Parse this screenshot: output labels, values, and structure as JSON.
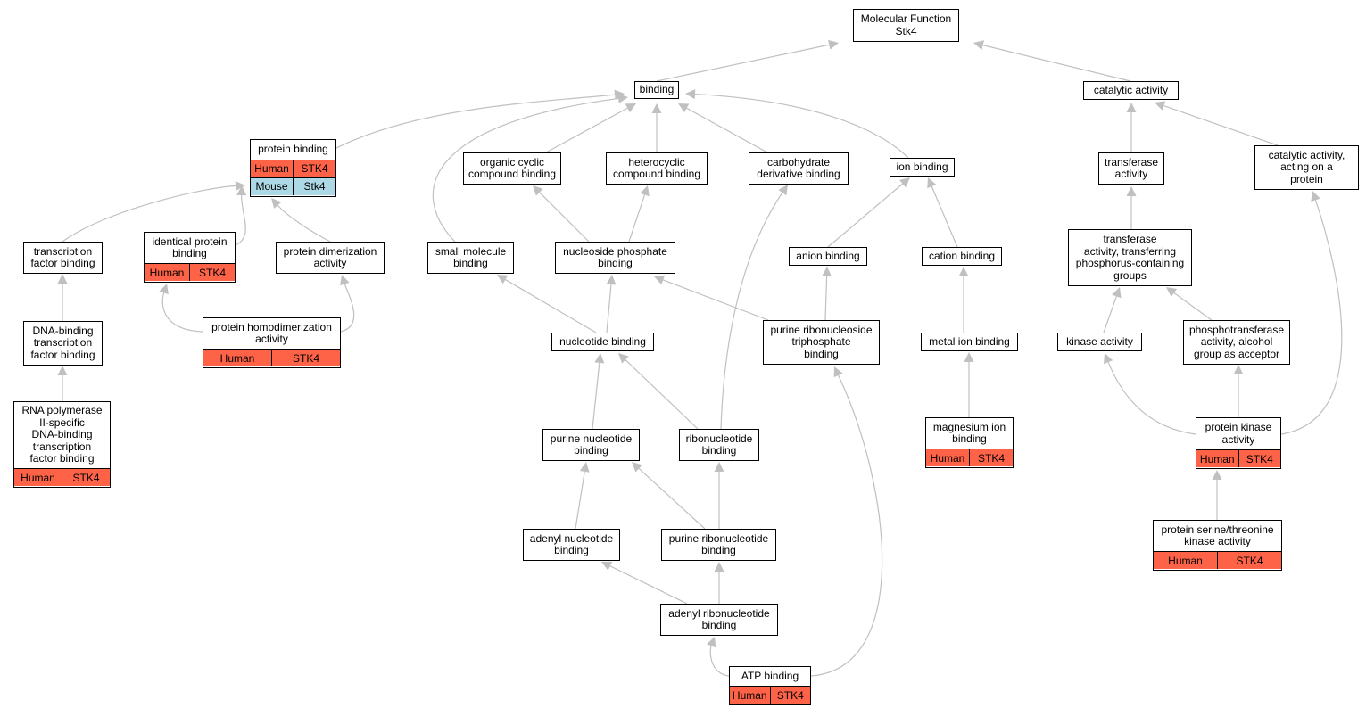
{
  "colors": {
    "edge": "#c0c0c0",
    "human": "#ff6347",
    "mouse": "#add8e6"
  },
  "nodes": {
    "mf": {
      "label": "Molecular Function\nStk4",
      "annotations": []
    },
    "binding": {
      "label": "binding",
      "annotations": []
    },
    "catalytic": {
      "label": "catalytic activity",
      "annotations": []
    },
    "protein_binding": {
      "label": "protein binding",
      "annotations": [
        {
          "species": "Human",
          "gene": "STK4",
          "color": "#ff6347"
        },
        {
          "species": "Mouse",
          "gene": "Stk4",
          "color": "#add8e6"
        }
      ]
    },
    "organic_cyclic": {
      "label": "organic cyclic\ncompound binding",
      "annotations": []
    },
    "heterocyclic": {
      "label": "heterocyclic\ncompound binding",
      "annotations": []
    },
    "carbohydrate": {
      "label": "carbohydrate\nderivative binding",
      "annotations": []
    },
    "ion_binding": {
      "label": "ion binding",
      "annotations": []
    },
    "transferase": {
      "label": "transferase\nactivity",
      "annotations": []
    },
    "cat_protein": {
      "label": "catalytic activity,\nacting on a\nprotein",
      "annotations": []
    },
    "tf_binding": {
      "label": "transcription\nfactor binding",
      "annotations": []
    },
    "identical": {
      "label": "identical protein\nbinding",
      "annotations": [
        {
          "species": "Human",
          "gene": "STK4",
          "color": "#ff6347"
        }
      ]
    },
    "dimerization": {
      "label": "protein dimerization\nactivity",
      "annotations": []
    },
    "small_molecule": {
      "label": "small molecule\nbinding",
      "annotations": []
    },
    "nucleoside_phosphate": {
      "label": "nucleoside phosphate\nbinding",
      "annotations": []
    },
    "anion": {
      "label": "anion binding",
      "annotations": []
    },
    "cation": {
      "label": "cation binding",
      "annotations": []
    },
    "transferase_p": {
      "label": "transferase\nactivity, transferring\nphosphorus-containing\ngroups",
      "annotations": []
    },
    "dna_tf": {
      "label": "DNA-binding\ntranscription\nfactor binding",
      "annotations": []
    },
    "homodimerization": {
      "label": "protein homodimerization\nactivity",
      "annotations": [
        {
          "species": "Human",
          "gene": "STK4",
          "color": "#ff6347"
        }
      ]
    },
    "nucleotide": {
      "label": "nucleotide binding",
      "annotations": []
    },
    "purine_rntp": {
      "label": "purine ribonucleoside\ntriphosphate\nbinding",
      "annotations": []
    },
    "metal_ion": {
      "label": "metal ion binding",
      "annotations": []
    },
    "kinase": {
      "label": "kinase activity",
      "annotations": []
    },
    "phosphotransferase": {
      "label": "phosphotransferase\nactivity, alcohol\ngroup as acceptor",
      "annotations": []
    },
    "rnapii": {
      "label": "RNA polymerase\nII-specific\nDNA-binding\ntranscription\nfactor binding",
      "annotations": [
        {
          "species": "Human",
          "gene": "STK4",
          "color": "#ff6347"
        }
      ]
    },
    "purine_nt": {
      "label": "purine nucleotide\nbinding",
      "annotations": []
    },
    "ribonucleotide": {
      "label": "ribonucleotide\nbinding",
      "annotations": []
    },
    "magnesium": {
      "label": "magnesium ion\nbinding",
      "annotations": [
        {
          "species": "Human",
          "gene": "STK4",
          "color": "#ff6347"
        }
      ]
    },
    "protein_kinase": {
      "label": "protein kinase\nactivity",
      "annotations": [
        {
          "species": "Human",
          "gene": "STK4",
          "color": "#ff6347"
        }
      ]
    },
    "adenyl_nt": {
      "label": "adenyl nucleotide\nbinding",
      "annotations": []
    },
    "purine_rnt": {
      "label": "purine ribonucleotide\nbinding",
      "annotations": []
    },
    "ser_thr": {
      "label": "protein serine/threonine\nkinase activity",
      "annotations": [
        {
          "species": "Human",
          "gene": "STK4",
          "color": "#ff6347"
        }
      ]
    },
    "adenyl_rnt": {
      "label": "adenyl ribonucleotide\nbinding",
      "annotations": []
    },
    "atp": {
      "label": "ATP binding",
      "annotations": [
        {
          "species": "Human",
          "gene": "STK4",
          "color": "#ff6347"
        }
      ]
    }
  },
  "edges": [
    {
      "from": "binding",
      "to": "mf"
    },
    {
      "from": "catalytic",
      "to": "mf"
    },
    {
      "from": "protein_binding",
      "to": "binding"
    },
    {
      "from": "organic_cyclic",
      "to": "binding"
    },
    {
      "from": "heterocyclic",
      "to": "binding"
    },
    {
      "from": "carbohydrate",
      "to": "binding"
    },
    {
      "from": "ion_binding",
      "to": "binding"
    },
    {
      "from": "small_molecule",
      "to": "binding"
    },
    {
      "from": "transferase",
      "to": "catalytic"
    },
    {
      "from": "cat_protein",
      "to": "catalytic"
    },
    {
      "from": "tf_binding",
      "to": "protein_binding"
    },
    {
      "from": "identical",
      "to": "protein_binding"
    },
    {
      "from": "dimerization",
      "to": "protein_binding"
    },
    {
      "from": "nucleoside_phosphate",
      "to": "organic_cyclic"
    },
    {
      "from": "nucleoside_phosphate",
      "to": "heterocyclic"
    },
    {
      "from": "anion",
      "to": "ion_binding"
    },
    {
      "from": "cation",
      "to": "ion_binding"
    },
    {
      "from": "transferase_p",
      "to": "transferase"
    },
    {
      "from": "dna_tf",
      "to": "tf_binding"
    },
    {
      "from": "homodimerization",
      "to": "identical"
    },
    {
      "from": "homodimerization",
      "to": "dimerization"
    },
    {
      "from": "nucleotide",
      "to": "small_molecule"
    },
    {
      "from": "nucleotide",
      "to": "nucleoside_phosphate"
    },
    {
      "from": "purine_rntp",
      "to": "nucleoside_phosphate"
    },
    {
      "from": "purine_rntp",
      "to": "anion"
    },
    {
      "from": "metal_ion",
      "to": "cation"
    },
    {
      "from": "kinase",
      "to": "transferase_p"
    },
    {
      "from": "phosphotransferase",
      "to": "transferase_p"
    },
    {
      "from": "rnapii",
      "to": "dna_tf"
    },
    {
      "from": "purine_nt",
      "to": "nucleotide"
    },
    {
      "from": "ribonucleotide",
      "to": "nucleotide"
    },
    {
      "from": "ribonucleotide",
      "to": "carbohydrate"
    },
    {
      "from": "magnesium",
      "to": "metal_ion"
    },
    {
      "from": "protein_kinase",
      "to": "kinase"
    },
    {
      "from": "protein_kinase",
      "to": "phosphotransferase"
    },
    {
      "from": "protein_kinase",
      "to": "cat_protein"
    },
    {
      "from": "adenyl_nt",
      "to": "purine_nt"
    },
    {
      "from": "purine_rnt",
      "to": "purine_nt"
    },
    {
      "from": "purine_rnt",
      "to": "ribonucleotide"
    },
    {
      "from": "ser_thr",
      "to": "protein_kinase"
    },
    {
      "from": "adenyl_rnt",
      "to": "adenyl_nt"
    },
    {
      "from": "adenyl_rnt",
      "to": "purine_rnt"
    },
    {
      "from": "atp",
      "to": "adenyl_rnt"
    },
    {
      "from": "atp",
      "to": "purine_rntp"
    }
  ]
}
